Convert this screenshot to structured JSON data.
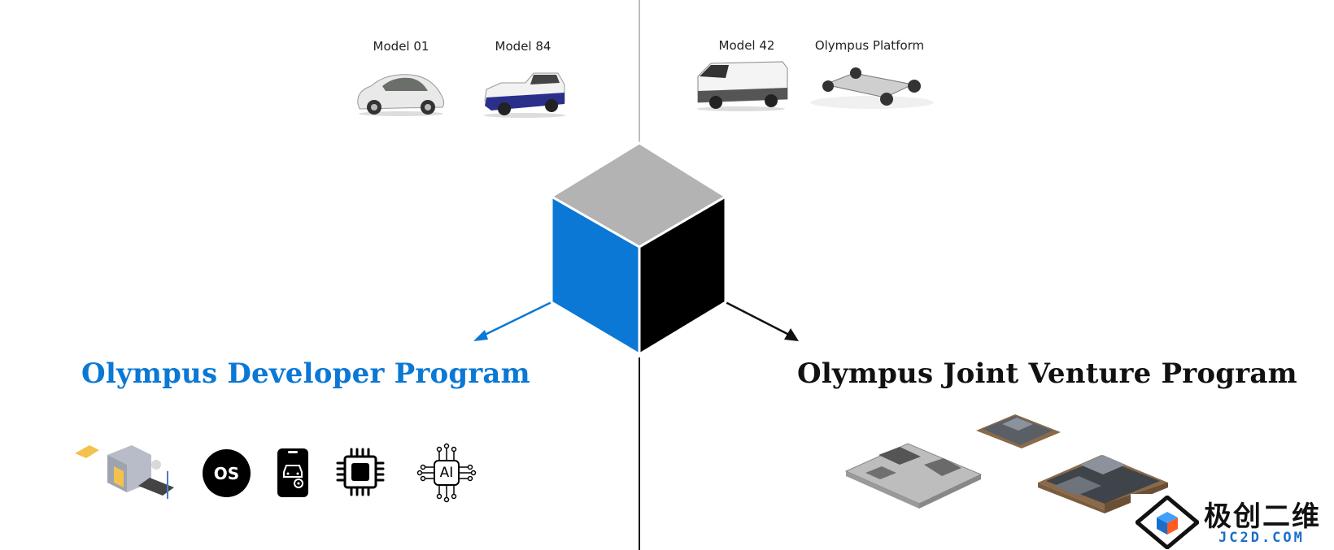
{
  "vehicles": {
    "model_01": {
      "label": "Model 01"
    },
    "model_84": {
      "label": "Model 84"
    },
    "model_42": {
      "label": "Model 42"
    },
    "platform": {
      "label": "Olympus Platform"
    }
  },
  "programs": {
    "developer": {
      "title": "Olympus Developer Program",
      "color": "#0a78d4"
    },
    "joint_venture": {
      "title": "Olympus Joint Venture Program",
      "color": "#111111"
    }
  },
  "cube": {
    "top_color": "#b3b3b3",
    "left_color": "#0a78d4",
    "right_color": "#000000"
  },
  "developer_icons": {
    "os_label": "OS",
    "ai_label": "AI",
    "items": [
      "factory-icon",
      "os-icon",
      "phone-car-settings-icon",
      "chip-icon",
      "ai-chip-icon"
    ]
  },
  "watermark": {
    "brand": "极创二维",
    "domain": "JC2D.COM",
    "accent": "#1a6fc9",
    "accent2": "#ff5a1f"
  }
}
